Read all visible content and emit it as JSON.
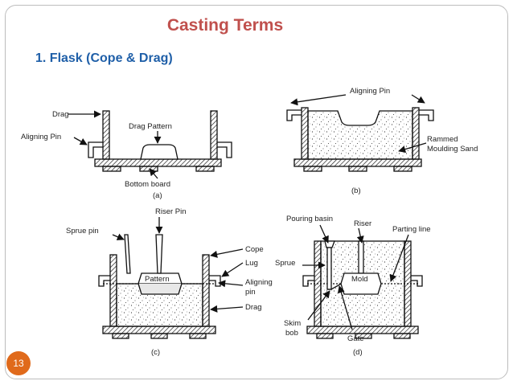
{
  "slide": {
    "title": "Casting Terms",
    "subtitle": "1. Flask (Cope & Drag)",
    "page_number": "13",
    "title_color": "#c0504d",
    "subtitle_color": "#1f5fa8",
    "badge_color": "#e06a1b"
  },
  "diagram": {
    "a": {
      "caption": "(a)",
      "drag": "Drag",
      "aligning_pin": "Aligning Pin",
      "drag_pattern": "Drag Pattern",
      "bottom_board": "Bottom board"
    },
    "b": {
      "caption": "(b)",
      "aligning_pin": "Aligning Pin",
      "rammed_1": "Rammed",
      "rammed_2": "Moulding Sand"
    },
    "c": {
      "caption": "(c)",
      "sprue_pin": "Sprue pin",
      "riser_pin": "Riser Pin",
      "pattern": "Pattern",
      "cope": "Cope",
      "lug": "Lug",
      "aligning_1": "Aligning",
      "aligning_2": "pin",
      "drag": "Drag"
    },
    "d": {
      "caption": "(d)",
      "pouring_basin": "Pouring basin",
      "riser": "Riser",
      "parting_line": "Parting line",
      "sprue": "Sprue",
      "mold": "Mold",
      "skim_1": "Skim",
      "skim_2": "bob",
      "gate": "Gate"
    }
  }
}
